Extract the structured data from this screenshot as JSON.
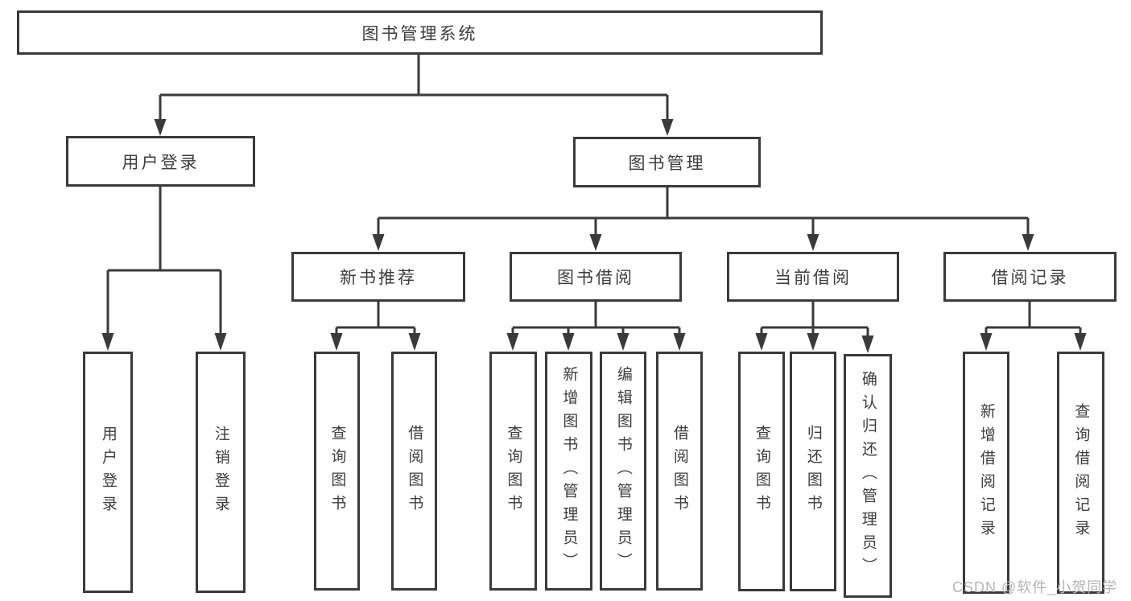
{
  "tree": {
    "root": "图书管理系统",
    "level2": {
      "user_login": "用户登录",
      "book_management": "图书管理"
    },
    "level3": {
      "new_book_recommend": "新书推荐",
      "book_borrow": "图书借阅",
      "current_borrow": "当前借阅",
      "borrow_record": "借阅记录"
    },
    "leaves": {
      "user_login": [
        "用户登录",
        "注销登录"
      ],
      "new_book_recommend": [
        "查询图书",
        "借阅图书"
      ],
      "book_borrow": [
        "查询图书",
        "新增图书（管理员）",
        "编辑图书（管理员）",
        "借阅图书"
      ],
      "current_borrow": [
        "查询图书",
        "归还图书",
        "确认归还（管理员）"
      ],
      "borrow_record": [
        "新增借阅记录",
        "查询借阅记录"
      ]
    }
  },
  "watermark": "CSDN @软件_小贺同学",
  "colors": {
    "line": "#3a3a3a",
    "text": "#3d3d41",
    "watermark": "#b5b5b5",
    "background": "#ffffff"
  }
}
